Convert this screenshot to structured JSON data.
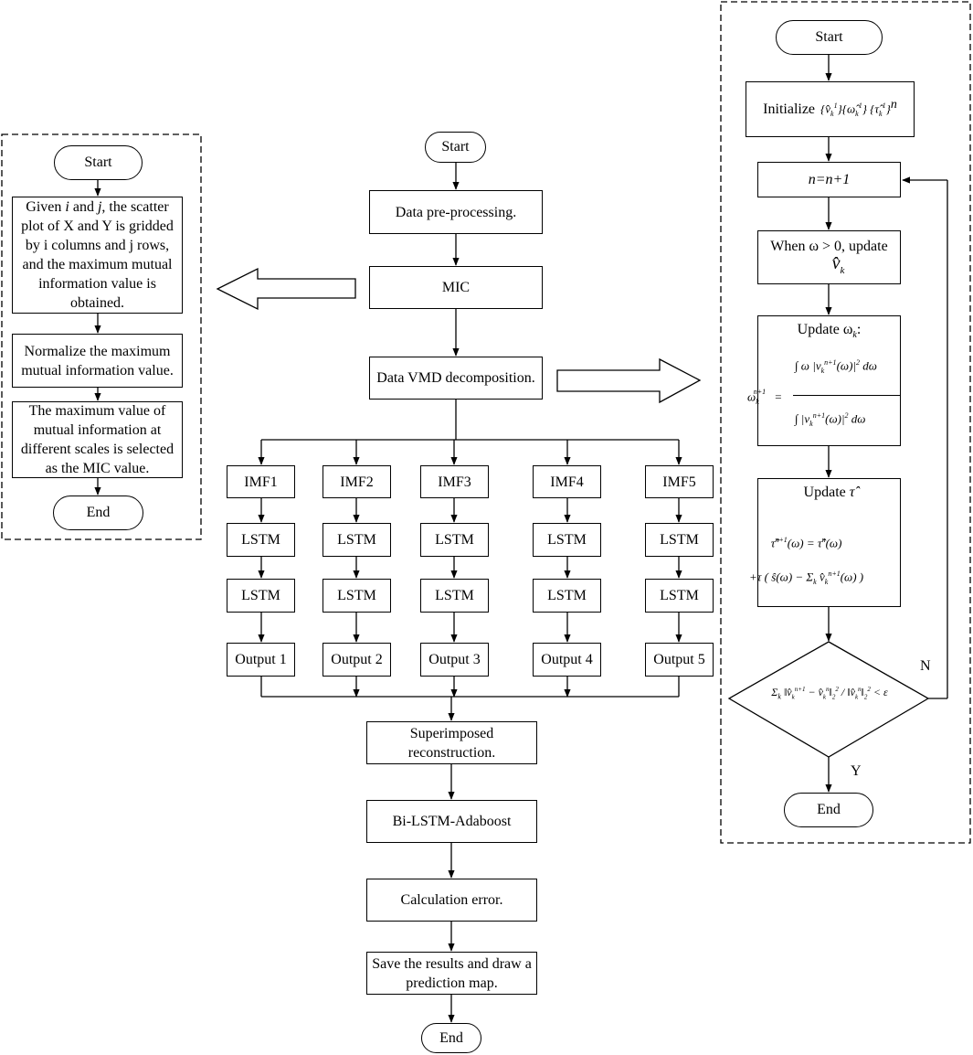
{
  "left_panel": {
    "start": "Start",
    "step1_parts": [
      "Given ",
      "i",
      " and ",
      "j",
      ", the scatter plot of X and Y is gridded by i columns and j rows, and the maximum mutual information value is obtained."
    ],
    "step2": "Normalize the maximum mutual information value.",
    "step3": "The maximum value of mutual information at different scales is selected as the MIC value.",
    "end": "End"
  },
  "center": {
    "start": "Start",
    "preprocess": "Data pre-processing.",
    "mic": "MIC",
    "vmd": "Data VMD decomposition.",
    "imfs": [
      "IMF1",
      "IMF2",
      "IMF3",
      "IMF4",
      "IMF5"
    ],
    "lstm": "LSTM",
    "outputs": [
      "Output 1",
      "Output 2",
      "Output 3",
      "Output 4",
      "Output 5"
    ],
    "superimposed": "Superimposed reconstruction.",
    "bilstm": "Bi-LSTM-Adaboost",
    "calc_error": "Calculation error.",
    "save": "Save the results and draw a prediction map.",
    "end": "End"
  },
  "right_panel": {
    "start": "Start",
    "initialize": "Initialize",
    "n_update": "n=n+1",
    "when": "When ω > 0, update",
    "update_omega": "Update ω",
    "update_tau": "Update",
    "label_n": "N",
    "label_y": "Y",
    "end": "End"
  }
}
